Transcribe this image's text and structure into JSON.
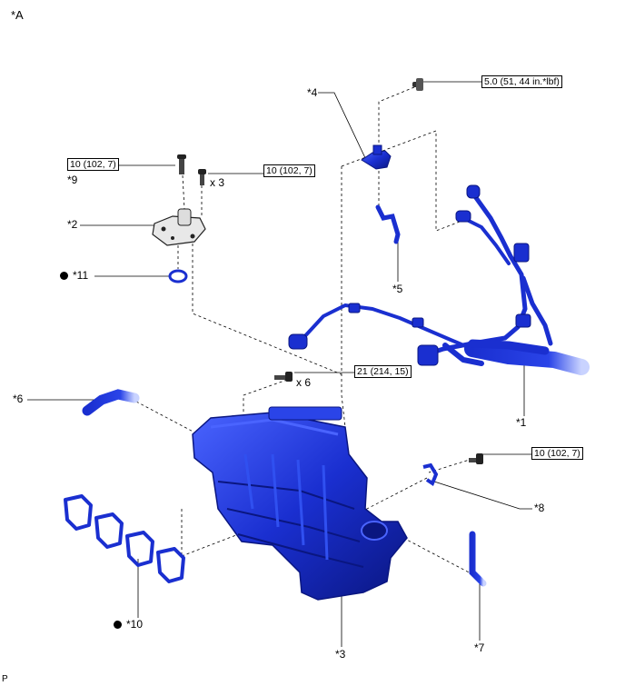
{
  "header": {
    "view_label": "*A"
  },
  "footer": {
    "code": "P"
  },
  "colors": {
    "part": "#1a2fd0",
    "part_dark": "#0a1680",
    "part_light": "#5a78ff",
    "line": "#000000"
  },
  "callouts": {
    "c1": "*1",
    "c2": "*2",
    "c3": "*3",
    "c4": "*4",
    "c5": "*5",
    "c6": "*6",
    "c7": "*7",
    "c8": "*8",
    "c9": "*9",
    "c10": "*10",
    "c11": "*11"
  },
  "torque": {
    "t1": "5.0 (51, 44 in.*lbf)",
    "t2": "10 (102, 7)",
    "t3": "10 (102, 7)",
    "t4": "21 (214, 15)",
    "t5": "10 (102, 7)"
  },
  "quantities": {
    "q1": "x 3",
    "q2": "x 6"
  }
}
